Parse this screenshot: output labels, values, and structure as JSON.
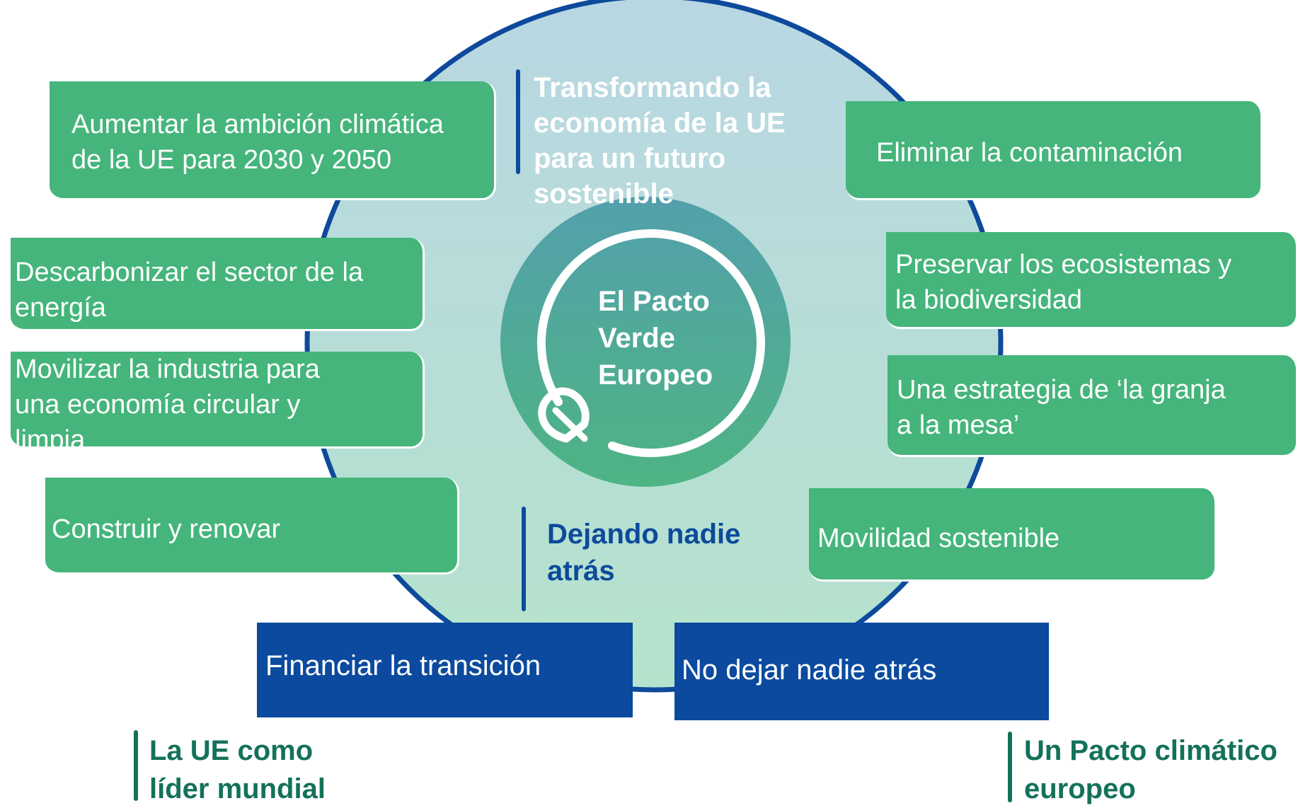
{
  "title": {
    "text": "Transformando  la\neconomía de la UE\npara un futuro\nsostenible"
  },
  "center": {
    "text": "El Pacto\nVerde\nEuropeo"
  },
  "sub_label": {
    "text": "Dejando nadie\natrás"
  },
  "left_boxes": [
    "Aumentar la ambición climática\nde la UE para 2030 y 2050",
    "Descarbonizar el sector de la\nenergía",
    "Movilizar la industria para\nuna economía circular y\nlimpia",
    "Construir y renovar"
  ],
  "right_boxes": [
    "Eliminar la contaminación",
    "Preservar los ecosistemas y\nla biodiversidad",
    "Una estrategia de  ‘la granja\na la mesa’",
    "Movilidad sostenible"
  ],
  "bottom_boxes": [
    "Financiar la transición",
    "No dejar nadie atrás"
  ],
  "corner_labels": [
    "La UE como\nlíder mundial",
    "Un Pacto climático\neuropeo"
  ],
  "colors": {
    "green_box": "#45b57b",
    "blue_box": "#0b4a9e",
    "ring_outline": "#0d4a9c",
    "dark_green_text": "#14715a",
    "blue_text": "#0d4a9c"
  },
  "icons": [
    "leaf-icon"
  ]
}
